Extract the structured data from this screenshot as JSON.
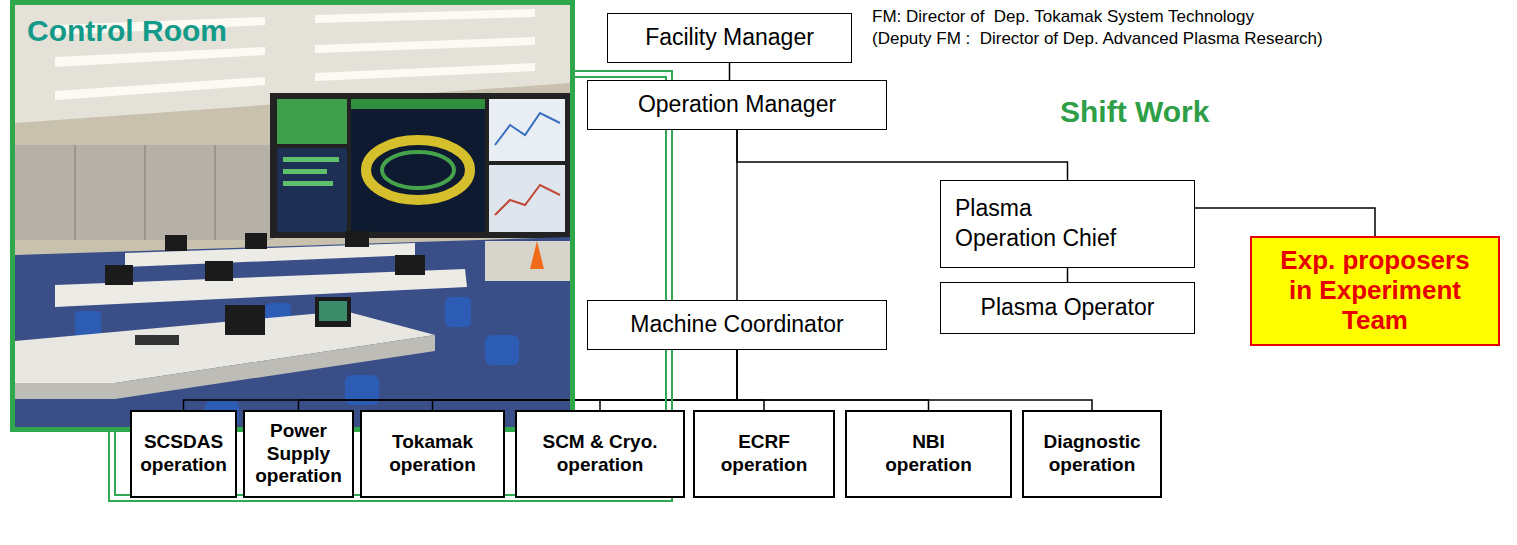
{
  "diagram": {
    "nodes": [
      {
        "text": [
          "Control Room"
        ]
      },
      {
        "text": [
          "Facility Manager"
        ]
      },
      {
        "text": [
          "Shift Work"
        ]
      },
      {
        "text": [
          "Operation Manager"
        ],
        "in": 2
      },
      {
        "text": [
          "Plasma Operation Chief"
        ],
        "in": 2
      },
      {
        "text": [
          "Machine Coordinator"
        ],
        "in": 2
      },
      {
        "text": [
          "Plasma Operator"
        ],
        "in": 2
      },
      {
        "text": [
          "Exp. proposers in Experiment Team"
        ],
        "in": 2
      },
      {
        "text": [
          "SCSDAS operation"
        ],
        "in": 2
      },
      {
        "text": [
          "Power Supply operation"
        ],
        "in": 2
      },
      {
        "text": [
          "Tokamak operation"
        ],
        "in": 2
      },
      {
        "text": [
          "SCM & Cryo. operation"
        ],
        "in": 2
      },
      {
        "text": [
          "ECRF operation"
        ],
        "in": 2
      },
      {
        "text": [
          "NBI operation"
        ],
        "in": 2
      },
      {
        "text": [
          "Diagnostic operation"
        ],
        "in": 2
      }
    ],
    "edges": [
      {
        "from": 1,
        "to": 3,
        "arrow": "none"
      },
      {
        "from": 3,
        "to": 5,
        "arrow": "none"
      },
      {
        "from": 3,
        "to": 4,
        "arrow": "none"
      },
      {
        "from": 4,
        "to": 6,
        "arrow": "none"
      },
      {
        "from": 4,
        "to": 7,
        "arrow": "none"
      },
      {
        "from": 5,
        "to": 8,
        "arrow": "none"
      },
      {
        "from": 5,
        "to": 9,
        "arrow": "none"
      },
      {
        "from": 5,
        "to": 10,
        "arrow": "none"
      },
      {
        "from": 5,
        "to": 11,
        "arrow": "none"
      },
      {
        "from": 5,
        "to": 12,
        "arrow": "none"
      },
      {
        "from": 5,
        "to": 13,
        "arrow": "none"
      },
      {
        "from": 5,
        "to": 14,
        "arrow": "none"
      }
    ],
    "labels": [
      "FM: Director of  Dep. Tokamak System Technology",
      "(Deputy FM :  Director of Dep. Advanced Plasma Research)"
    ]
  }
}
